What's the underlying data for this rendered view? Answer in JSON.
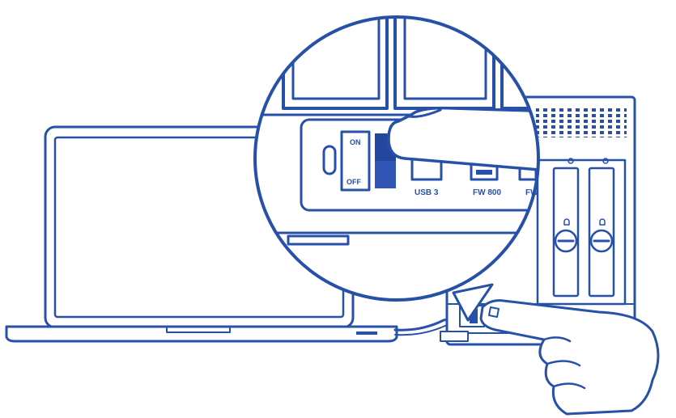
{
  "illustration": {
    "switch_labels": {
      "on": "ON",
      "off": "OFF"
    },
    "port_labels": {
      "usb3": "USB 3",
      "fw800": "FW 800",
      "fw_partial": "FW"
    },
    "colors": {
      "line": "#2750a8",
      "switch_fill": "#23479f",
      "background": "#ffffff"
    },
    "icons": [
      "laptop-icon",
      "raid-enclosure-icon",
      "magnifier-lens-icon",
      "pointing-finger-icon",
      "power-switch-icon"
    ]
  }
}
